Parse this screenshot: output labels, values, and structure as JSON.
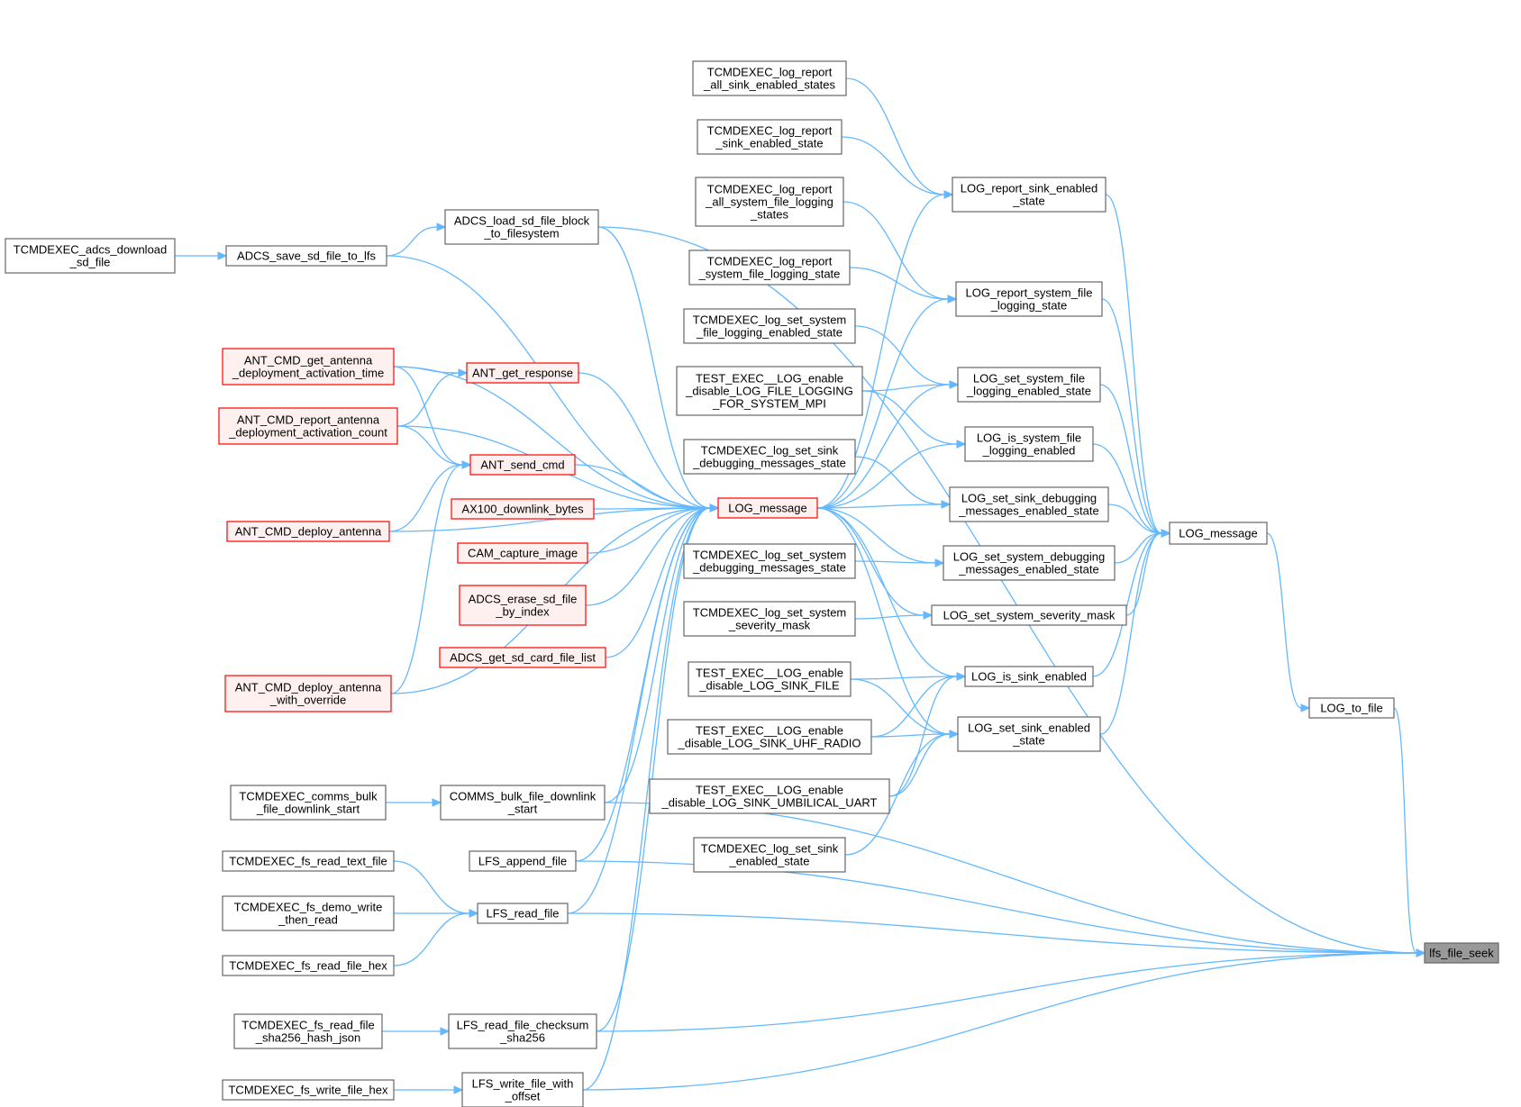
{
  "diagram": {
    "type": "call-graph",
    "colors": {
      "edge": "#63b8ff",
      "normal_border": "#666666",
      "partial_border": "#ff0000",
      "partial_fill": "#fff0f0",
      "root_fill": "#999999"
    },
    "nodes": [
      {
        "id": "root",
        "label": "lfs_file_seek",
        "style": "root"
      },
      {
        "id": "log_to_file",
        "label": "LOG_to_file",
        "style": "normal"
      },
      {
        "id": "log_message_r",
        "label": "LOG_message",
        "style": "normal"
      },
      {
        "id": "log_report_sink",
        "label": "LOG_report_sink_enabled\n_state",
        "style": "normal"
      },
      {
        "id": "log_report_sys",
        "label": "LOG_report_system_file\n_logging_state",
        "style": "normal"
      },
      {
        "id": "log_set_sys_file",
        "label": "LOG_set_system_file\n_logging_enabled_state",
        "style": "normal"
      },
      {
        "id": "log_is_sys_file",
        "label": "LOG_is_system_file\n_logging_enabled",
        "style": "normal"
      },
      {
        "id": "log_set_sink_dbg",
        "label": "LOG_set_sink_debugging\n_messages_enabled_state",
        "style": "normal"
      },
      {
        "id": "log_set_sys_dbg",
        "label": "LOG_set_system_debugging\n_messages_enabled_state",
        "style": "normal"
      },
      {
        "id": "log_set_sev",
        "label": "LOG_set_system_severity_mask",
        "style": "normal"
      },
      {
        "id": "log_is_sink",
        "label": "LOG_is_sink_enabled",
        "style": "normal"
      },
      {
        "id": "log_set_sink",
        "label": "LOG_set_sink_enabled\n_state",
        "style": "normal"
      },
      {
        "id": "t_rep_all_sink",
        "label": "TCMDEXEC_log_report\n_all_sink_enabled_states",
        "style": "normal"
      },
      {
        "id": "t_rep_sink",
        "label": "TCMDEXEC_log_report\n_sink_enabled_state",
        "style": "normal"
      },
      {
        "id": "t_rep_all_sys",
        "label": "TCMDEXEC_log_report\n_all_system_file_logging\n_states",
        "style": "normal"
      },
      {
        "id": "t_rep_sys",
        "label": "TCMDEXEC_log_report\n_system_file_logging_state",
        "style": "normal"
      },
      {
        "id": "t_set_sys_file",
        "label": "TCMDEXEC_log_set_system\n_file_logging_enabled_state",
        "style": "normal"
      },
      {
        "id": "test_mpi",
        "label": "TEST_EXEC__LOG_enable\n_disable_LOG_FILE_LOGGING\n_FOR_SYSTEM_MPI",
        "style": "normal"
      },
      {
        "id": "t_set_sink_dbg",
        "label": "TCMDEXEC_log_set_sink\n_debugging_messages_state",
        "style": "normal"
      },
      {
        "id": "t_set_sys_dbg",
        "label": "TCMDEXEC_log_set_system\n_debugging_messages_state",
        "style": "normal"
      },
      {
        "id": "t_set_sev",
        "label": "TCMDEXEC_log_set_system\n_severity_mask",
        "style": "normal"
      },
      {
        "id": "test_sink_file",
        "label": "TEST_EXEC__LOG_enable\n_disable_LOG_SINK_FILE",
        "style": "normal"
      },
      {
        "id": "test_uhf",
        "label": "TEST_EXEC__LOG_enable\n_disable_LOG_SINK_UHF_RADIO",
        "style": "normal"
      },
      {
        "id": "test_umb",
        "label": "TEST_EXEC__LOG_enable\n_disable_LOG_SINK_UMBILICAL_UART",
        "style": "normal"
      },
      {
        "id": "t_set_sink",
        "label": "TCMDEXEC_log_set_sink\n_enabled_state",
        "style": "normal"
      },
      {
        "id": "log_message_l",
        "label": "LOG_message",
        "style": "partial"
      },
      {
        "id": "adcs_load",
        "label": "ADCS_load_sd_file_block\n_to_filesystem",
        "style": "normal"
      },
      {
        "id": "adcs_save",
        "label": "ADCS_save_sd_file_to_lfs",
        "style": "normal"
      },
      {
        "id": "t_adcs_dl",
        "label": "TCMDEXEC_adcs_download\n_sd_file",
        "style": "normal"
      },
      {
        "id": "ant_get_resp",
        "label": "ANT_get_response",
        "style": "partial"
      },
      {
        "id": "ant_send",
        "label": "ANT_send_cmd",
        "style": "partial"
      },
      {
        "id": "ax100",
        "label": "AX100_downlink_bytes",
        "style": "partial"
      },
      {
        "id": "cam",
        "label": "CAM_capture_image",
        "style": "partial"
      },
      {
        "id": "adcs_erase",
        "label": "ADCS_erase_sd_file\n_by_index",
        "style": "partial"
      },
      {
        "id": "adcs_list",
        "label": "ADCS_get_sd_card_file_list",
        "style": "partial"
      },
      {
        "id": "ant_time",
        "label": "ANT_CMD_get_antenna\n_deployment_activation_time",
        "style": "partial"
      },
      {
        "id": "ant_count",
        "label": "ANT_CMD_report_antenna\n_deployment_activation_count",
        "style": "partial"
      },
      {
        "id": "ant_deploy",
        "label": "ANT_CMD_deploy_antenna",
        "style": "partial"
      },
      {
        "id": "ant_override",
        "label": "ANT_CMD_deploy_antenna\n_with_override",
        "style": "partial"
      },
      {
        "id": "comms_bulk",
        "label": "COMMS_bulk_file_downlink\n_start",
        "style": "normal"
      },
      {
        "id": "t_comms_bulk",
        "label": "TCMDEXEC_comms_bulk\n_file_downlink_start",
        "style": "normal"
      },
      {
        "id": "lfs_append",
        "label": "LFS_append_file",
        "style": "normal"
      },
      {
        "id": "lfs_read",
        "label": "LFS_read_file",
        "style": "normal"
      },
      {
        "id": "t_fs_text",
        "label": "TCMDEXEC_fs_read_text_file",
        "style": "normal"
      },
      {
        "id": "t_fs_demo",
        "label": "TCMDEXEC_fs_demo_write\n_then_read",
        "style": "normal"
      },
      {
        "id": "t_fs_hex",
        "label": "TCMDEXEC_fs_read_file_hex",
        "style": "normal"
      },
      {
        "id": "lfs_sha",
        "label": "LFS_read_file_checksum\n_sha256",
        "style": "normal"
      },
      {
        "id": "t_fs_sha",
        "label": "TCMDEXEC_fs_read_file\n_sha256_hash_json",
        "style": "normal"
      },
      {
        "id": "lfs_write",
        "label": "LFS_write_file_with\n_offset",
        "style": "normal"
      },
      {
        "id": "t_fs_write",
        "label": "TCMDEXEC_fs_write_file_hex",
        "style": "normal"
      }
    ],
    "edges": [
      [
        "log_to_file",
        "root"
      ],
      [
        "log_message_r",
        "log_to_file"
      ],
      [
        "adcs_load",
        "root"
      ],
      [
        "comms_bulk",
        "root"
      ],
      [
        "lfs_append",
        "root"
      ],
      [
        "lfs_read",
        "root"
      ],
      [
        "lfs_sha",
        "root"
      ],
      [
        "lfs_write",
        "root"
      ],
      [
        "log_report_sink",
        "log_message_r"
      ],
      [
        "log_report_sys",
        "log_message_r"
      ],
      [
        "log_set_sys_file",
        "log_message_r"
      ],
      [
        "log_is_sys_file",
        "log_message_r"
      ],
      [
        "log_set_sink_dbg",
        "log_message_r"
      ],
      [
        "log_set_sys_dbg",
        "log_message_r"
      ],
      [
        "log_set_sev",
        "log_message_r"
      ],
      [
        "log_is_sink",
        "log_message_r"
      ],
      [
        "log_set_sink",
        "log_message_r"
      ],
      [
        "log_message_l",
        "log_report_sink"
      ],
      [
        "log_message_l",
        "log_report_sys"
      ],
      [
        "log_message_l",
        "log_set_sys_file"
      ],
      [
        "log_message_l",
        "log_is_sys_file"
      ],
      [
        "log_message_l",
        "log_set_sink_dbg"
      ],
      [
        "log_message_l",
        "log_set_sys_dbg"
      ],
      [
        "log_message_l",
        "log_set_sev"
      ],
      [
        "log_message_l",
        "log_is_sink"
      ],
      [
        "log_message_l",
        "log_set_sink"
      ],
      [
        "t_rep_all_sink",
        "log_report_sink"
      ],
      [
        "t_rep_sink",
        "log_report_sink"
      ],
      [
        "t_rep_all_sys",
        "log_report_sys"
      ],
      [
        "t_rep_sys",
        "log_report_sys"
      ],
      [
        "t_set_sys_file",
        "log_set_sys_file"
      ],
      [
        "test_mpi",
        "log_set_sys_file"
      ],
      [
        "test_mpi",
        "log_is_sys_file"
      ],
      [
        "t_set_sink_dbg",
        "log_set_sink_dbg"
      ],
      [
        "t_set_sys_dbg",
        "log_set_sys_dbg"
      ],
      [
        "t_set_sev",
        "log_set_sev"
      ],
      [
        "test_sink_file",
        "log_is_sink"
      ],
      [
        "test_sink_file",
        "log_set_sink"
      ],
      [
        "test_uhf",
        "log_is_sink"
      ],
      [
        "test_uhf",
        "log_set_sink"
      ],
      [
        "test_umb",
        "log_is_sink"
      ],
      [
        "test_umb",
        "log_set_sink"
      ],
      [
        "t_set_sink",
        "log_set_sink"
      ],
      [
        "adcs_load",
        "log_message_l"
      ],
      [
        "adcs_save",
        "log_message_l"
      ],
      [
        "ant_get_resp",
        "log_message_l"
      ],
      [
        "ant_send",
        "log_message_l"
      ],
      [
        "ax100",
        "log_message_l"
      ],
      [
        "cam",
        "log_message_l"
      ],
      [
        "adcs_erase",
        "log_message_l"
      ],
      [
        "adcs_list",
        "log_message_l"
      ],
      [
        "ant_time",
        "log_message_l"
      ],
      [
        "ant_count",
        "log_message_l"
      ],
      [
        "ant_deploy",
        "log_message_l"
      ],
      [
        "ant_override",
        "log_message_l"
      ],
      [
        "comms_bulk",
        "log_message_l"
      ],
      [
        "lfs_append",
        "log_message_l"
      ],
      [
        "lfs_read",
        "log_message_l"
      ],
      [
        "lfs_sha",
        "log_message_l"
      ],
      [
        "lfs_write",
        "log_message_l"
      ],
      [
        "adcs_save",
        "adcs_load"
      ],
      [
        "t_adcs_dl",
        "adcs_save"
      ],
      [
        "ant_time",
        "ant_get_resp"
      ],
      [
        "ant_count",
        "ant_get_resp"
      ],
      [
        "ant_time",
        "ant_send"
      ],
      [
        "ant_count",
        "ant_send"
      ],
      [
        "ant_deploy",
        "ant_send"
      ],
      [
        "ant_override",
        "ant_send"
      ],
      [
        "t_comms_bulk",
        "comms_bulk"
      ],
      [
        "t_fs_text",
        "lfs_read"
      ],
      [
        "t_fs_demo",
        "lfs_read"
      ],
      [
        "t_fs_hex",
        "lfs_read"
      ],
      [
        "t_fs_sha",
        "lfs_sha"
      ],
      [
        "t_fs_write",
        "lfs_write"
      ]
    ]
  }
}
